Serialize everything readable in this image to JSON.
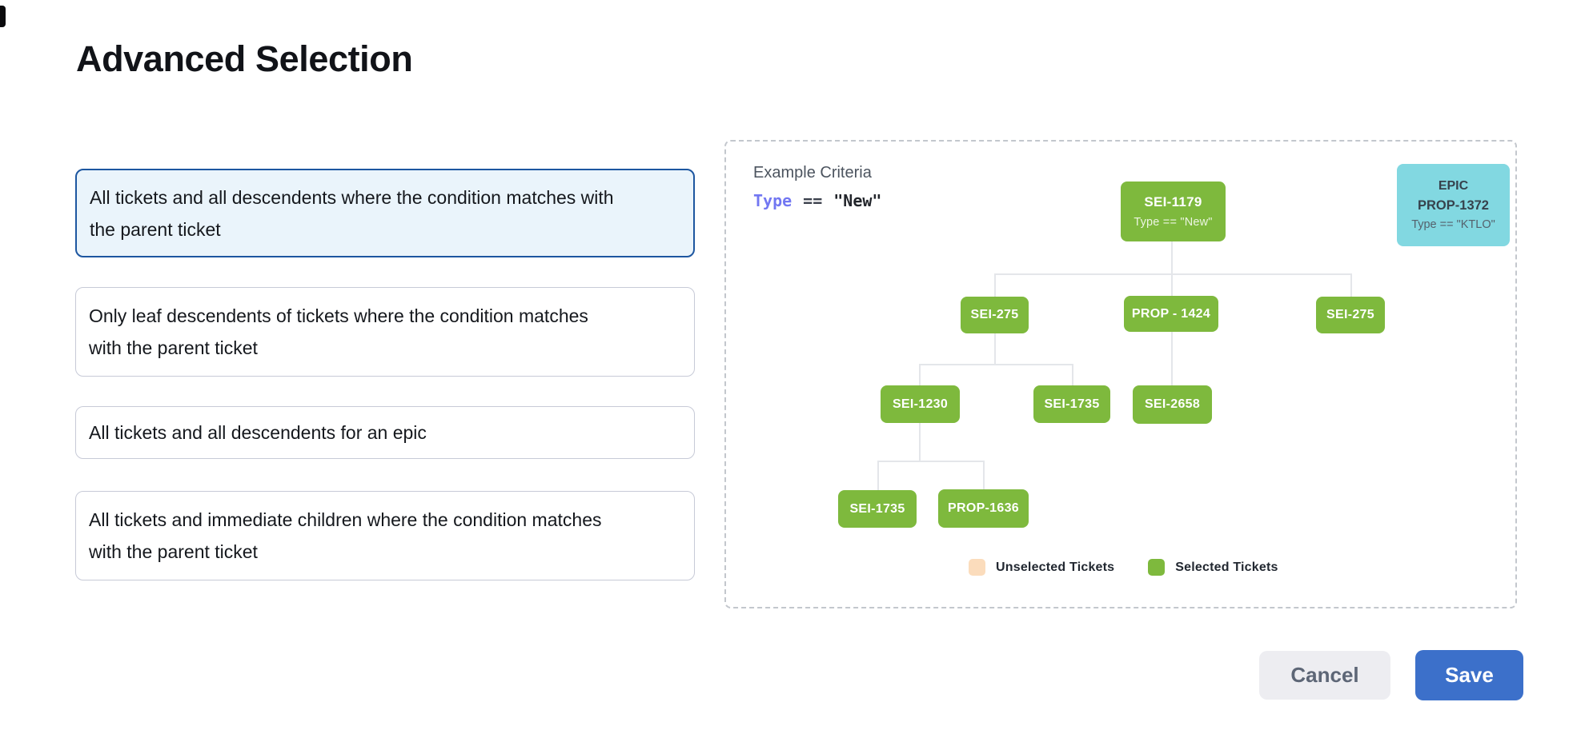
{
  "page": {
    "title": "Advanced Selection"
  },
  "options": [
    {
      "label": "All tickets and all descendents where the condition matches with the parent ticket",
      "selected": true
    },
    {
      "label": "Only leaf descendents of tickets where the condition matches with the parent ticket",
      "selected": false
    },
    {
      "label": "All tickets and all descendents for an epic",
      "selected": false
    },
    {
      "label": "All tickets and immediate children where the condition matches with the parent ticket",
      "selected": false
    }
  ],
  "preview": {
    "criteria_label": "Example Criteria",
    "criteria": {
      "field": "Type",
      "operator": "==",
      "value": "\"New\""
    },
    "epic_card": {
      "type": "EPIC",
      "ticket": "PROP-1372",
      "condition": "Type == \"KTLO\""
    },
    "tree": {
      "nodes": [
        {
          "label": "SEI-1179",
          "sublabel": "Type == \"New\"",
          "state": "selected"
        },
        {
          "label": "SEI-275",
          "state": "selected"
        },
        {
          "label": "PROP - 1424",
          "state": "selected"
        },
        {
          "label": "SEI-275",
          "state": "selected"
        },
        {
          "label": "SEI-1230",
          "state": "selected"
        },
        {
          "label": "SEI-1735",
          "state": "selected"
        },
        {
          "label": "SEI-2658",
          "state": "selected"
        },
        {
          "label": "SEI-1735",
          "state": "selected"
        },
        {
          "label": "PROP-1636",
          "state": "selected"
        }
      ],
      "edges": [
        {
          "parent": "SEI-1179",
          "children": [
            "SEI-275",
            "PROP - 1424",
            "SEI-275"
          ]
        },
        {
          "parent": "SEI-275",
          "children": [
            "SEI-1230",
            "SEI-1735"
          ]
        },
        {
          "parent": "PROP - 1424",
          "children": [
            "SEI-2658"
          ]
        },
        {
          "parent": "SEI-1230",
          "children": [
            "SEI-1735",
            "PROP-1636"
          ]
        }
      ]
    },
    "legend": [
      {
        "label": "Unselected Tickets",
        "color": "#fbdcbc"
      },
      {
        "label": "Selected Tickets",
        "color": "#7eb93d"
      }
    ]
  },
  "actions": {
    "cancel_label": "Cancel",
    "save_label": "Save"
  },
  "colors": {
    "selected_node_green": "#7eb93d",
    "epic_cyan": "#82d8e1",
    "unselected_peach": "#fbdcbc",
    "save_blue": "#3c70ca",
    "selected_card_border": "#1d56a0",
    "selected_card_bg": "#eaf4fb"
  }
}
